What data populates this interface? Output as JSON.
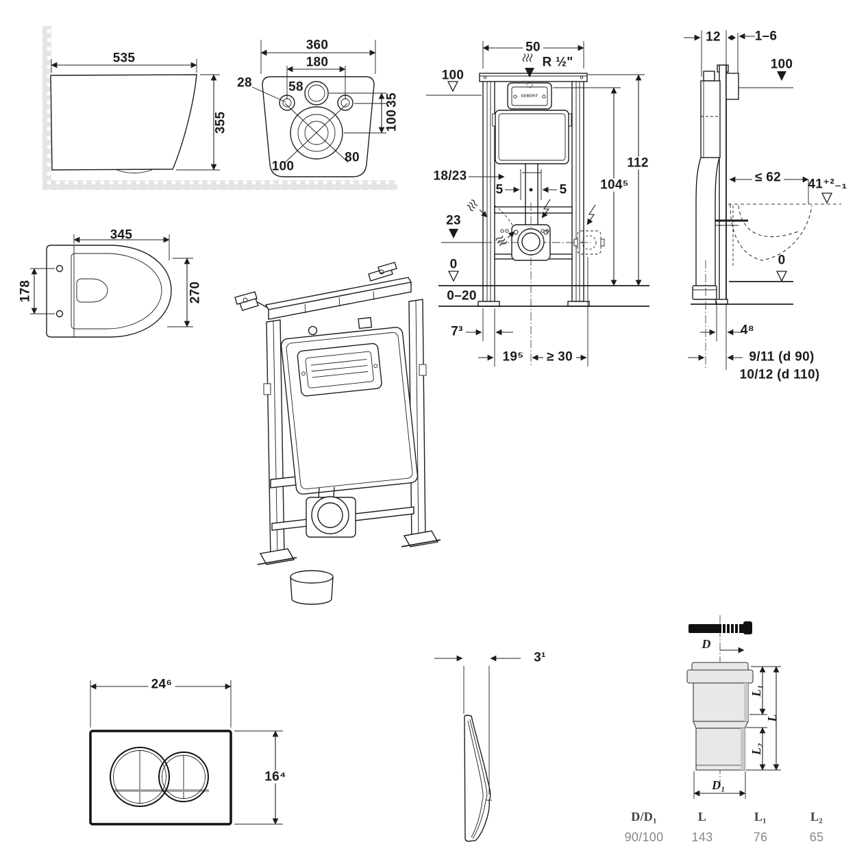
{
  "bowl_side": {
    "width": "535",
    "height": "355"
  },
  "bowl_back": {
    "width": "360",
    "bolt_spacing": "180",
    "bolt_hole": "28",
    "inlet": "58",
    "inlet_offset": "35",
    "outlet_offset": "100",
    "outlet_inner": "80",
    "outlet_outer": "100"
  },
  "seat_top": {
    "length": "345",
    "hole_spacing": "178",
    "depth": "270"
  },
  "frame_front": {
    "width": "50",
    "water_inlet": "R ½\"",
    "level_top": "100",
    "height_total": "112",
    "height_opening": "104⁵",
    "offset_18_23": "18/23",
    "offset_left_5": "5",
    "offset_right_5": "5",
    "level_outlet": "23",
    "level_zero": "0",
    "floor_range": "0–20",
    "profile_7": "7³",
    "center_19": "19⁵",
    "side_min_30": "≥ 30",
    "plate_brand": "GEBERIT"
  },
  "frame_side": {
    "depth_12": "12",
    "finish_1_6": "1–6",
    "level_top": "100",
    "depth_max_62": "≤ 62",
    "bowl_top_41": "41⁺²₋₁",
    "level_zero": "0",
    "offset_4": "4⁸",
    "outlet_d90": "9/11 (d 90)",
    "outlet_d110": "10/12 (d 110)"
  },
  "plate_front": {
    "width": "24⁶",
    "height": "16⁴"
  },
  "plate_side": {
    "thickness": "3¹"
  },
  "outlet_pipe": {
    "d": "D",
    "d1": "D₁",
    "l": "L",
    "l1": "L₁",
    "l2": "L₂",
    "table": {
      "headers": [
        "D/D₁",
        "L",
        "L₁",
        "L₂"
      ],
      "values": [
        "90/100",
        "143",
        "76",
        "65"
      ]
    }
  }
}
